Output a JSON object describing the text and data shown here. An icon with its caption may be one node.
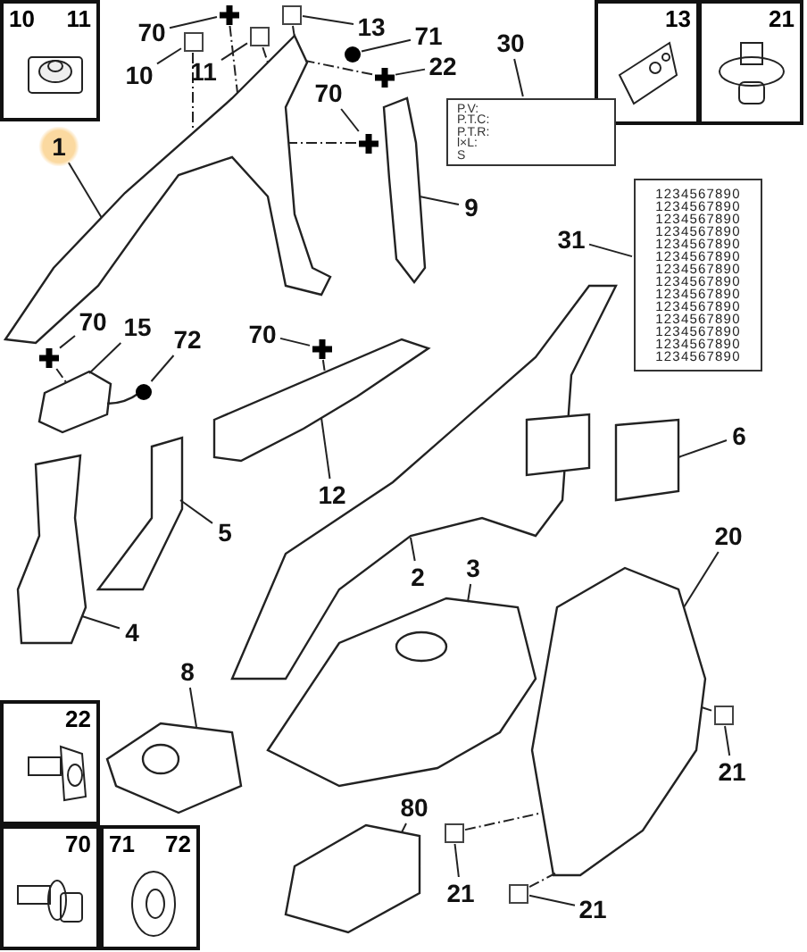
{
  "diagram": {
    "nodes": [
      {
        "text": [
          "10",
          "11"
        ]
      },
      {
        "text": [
          "13"
        ]
      },
      {
        "text": [
          "21"
        ]
      },
      {
        "text": [
          "70"
        ]
      },
      {
        "text": [],
        "shape": "cross"
      },
      {
        "text": [
          "10"
        ]
      },
      {
        "text": [],
        "shape": "box"
      },
      {
        "text": [
          "11"
        ]
      },
      {
        "text": [],
        "shape": "box"
      },
      {
        "text": [],
        "shape": "box"
      },
      {
        "text": [
          "13"
        ]
      },
      {
        "text": [],
        "shape": "circle"
      },
      {
        "text": [
          "71"
        ]
      },
      {
        "text": [
          "22"
        ]
      },
      {
        "text": [],
        "shape": "cross"
      },
      {
        "text": [
          "70"
        ]
      },
      {
        "text": [],
        "shape": "cross"
      },
      {
        "text": [
          "1"
        ]
      },
      {
        "text": [
          "30"
        ]
      },
      {
        "text": [
          "P.V:",
          "P.T.C:",
          "P.T.R:",
          "l×L:",
          "S"
        ]
      },
      {
        "text": [
          "9"
        ]
      },
      {
        "text": [
          "31"
        ]
      },
      {
        "text": [
          "1234567890",
          "1234567890",
          "1234567890",
          "1234567890",
          "1234567890",
          "1234567890",
          "1234567890",
          "1234567890",
          "1234567890",
          "1234567890",
          "1234567890",
          "1234567890",
          "1234567890",
          "1234567890"
        ]
      },
      {
        "text": [
          "70"
        ]
      },
      {
        "text": [],
        "shape": "cross"
      },
      {
        "text": [
          "15"
        ]
      },
      {
        "text": [
          "72"
        ]
      },
      {
        "text": [],
        "shape": "circle"
      },
      {
        "text": [
          "70"
        ]
      },
      {
        "text": [],
        "shape": "cross"
      },
      {
        "text": [
          "12"
        ]
      },
      {
        "text": [
          "6"
        ]
      },
      {
        "text": [
          "5"
        ]
      },
      {
        "text": [
          "20"
        ]
      },
      {
        "text": [
          "4"
        ]
      },
      {
        "text": [
          "2"
        ]
      },
      {
        "text": [
          "3"
        ]
      },
      {
        "text": [
          "8"
        ]
      },
      {
        "text": [
          "21"
        ]
      },
      {
        "text": [],
        "shape": "box"
      },
      {
        "text": [
          "80"
        ]
      },
      {
        "text": [
          "21"
        ]
      },
      {
        "text": [],
        "shape": "box"
      },
      {
        "text": [
          "21"
        ]
      },
      {
        "text": [],
        "shape": "box"
      },
      {
        "text": [
          "22"
        ]
      },
      {
        "text": [
          "70"
        ]
      },
      {
        "text": [
          "71",
          "72"
        ]
      },
      {
        "text": [],
        "shape": "picture"
      },
      {
        "text": [],
        "shape": "picture"
      },
      {
        "text": [],
        "shape": "picture"
      },
      {
        "text": [],
        "shape": "picture"
      },
      {
        "text": [],
        "shape": "picture"
      },
      {
        "text": [],
        "shape": "picture"
      },
      {
        "text": [],
        "shape": "picture"
      },
      {
        "text": [],
        "shape": "picture"
      },
      {
        "text": [],
        "shape": "picture"
      },
      {
        "text": [],
        "shape": "picture"
      },
      {
        "text": [],
        "shape": "picture"
      },
      {
        "text": [],
        "shape": "picture"
      }
    ],
    "edges": [
      {
        "from": 3,
        "to": 4,
        "arrow": "none"
      },
      {
        "from": 4,
        "to": 48,
        "arrow": "none",
        "style": "dashed"
      },
      {
        "from": 5,
        "to": 6,
        "arrow": "none"
      },
      {
        "from": 6,
        "to": 48,
        "arrow": "none",
        "style": "dashed"
      },
      {
        "from": 7,
        "to": 8,
        "arrow": "none"
      },
      {
        "from": 8,
        "to": 48,
        "arrow": "none",
        "style": "dashed"
      },
      {
        "from": 10,
        "to": 9,
        "arrow": "none"
      },
      {
        "from": 9,
        "to": 48,
        "arrow": "none",
        "style": "dashed"
      },
      {
        "from": 12,
        "to": 11,
        "arrow": "none"
      },
      {
        "from": 13,
        "to": 14,
        "arrow": "none"
      },
      {
        "from": 14,
        "to": 48,
        "arrow": "none",
        "style": "dashed"
      },
      {
        "from": 15,
        "to": 16,
        "arrow": "none"
      },
      {
        "from": 16,
        "to": 48,
        "arrow": "none",
        "style": "dashed"
      },
      {
        "from": 17,
        "to": 48,
        "arrow": "none"
      },
      {
        "from": 18,
        "to": 19,
        "arrow": "none"
      },
      {
        "from": 20,
        "to": 49,
        "arrow": "none"
      },
      {
        "from": 21,
        "to": 22,
        "arrow": "none"
      },
      {
        "from": 23,
        "to": 24,
        "arrow": "none"
      },
      {
        "from": 24,
        "to": 50,
        "arrow": "none",
        "style": "dashed"
      },
      {
        "from": 25,
        "to": 50,
        "arrow": "none"
      },
      {
        "from": 26,
        "to": 27,
        "arrow": "none"
      },
      {
        "from": 28,
        "to": 29,
        "arrow": "none"
      },
      {
        "from": 29,
        "to": 51,
        "arrow": "none",
        "style": "dashed"
      },
      {
        "from": 30,
        "to": 51,
        "arrow": "none"
      },
      {
        "from": 31,
        "to": 56,
        "arrow": "none"
      },
      {
        "from": 32,
        "to": 53,
        "arrow": "none"
      },
      {
        "from": 33,
        "to": 57,
        "arrow": "none"
      },
      {
        "from": 34,
        "to": 52,
        "arrow": "none"
      },
      {
        "from": 35,
        "to": 54,
        "arrow": "none"
      },
      {
        "from": 36,
        "to": 55,
        "arrow": "none"
      },
      {
        "from": 37,
        "to": 58,
        "arrow": "none"
      },
      {
        "from": 38,
        "to": 39,
        "arrow": "none"
      },
      {
        "from": 39,
        "to": 57,
        "arrow": "none",
        "style": "dashed"
      },
      {
        "from": 40,
        "to": 59,
        "arrow": "none"
      },
      {
        "from": 41,
        "to": 42,
        "arrow": "none"
      },
      {
        "from": 42,
        "to": 57,
        "arrow": "none",
        "style": "dashed"
      },
      {
        "from": 43,
        "to": 44,
        "arrow": "none"
      },
      {
        "from": 44,
        "to": 57,
        "arrow": "none",
        "style": "dashed"
      }
    ]
  }
}
